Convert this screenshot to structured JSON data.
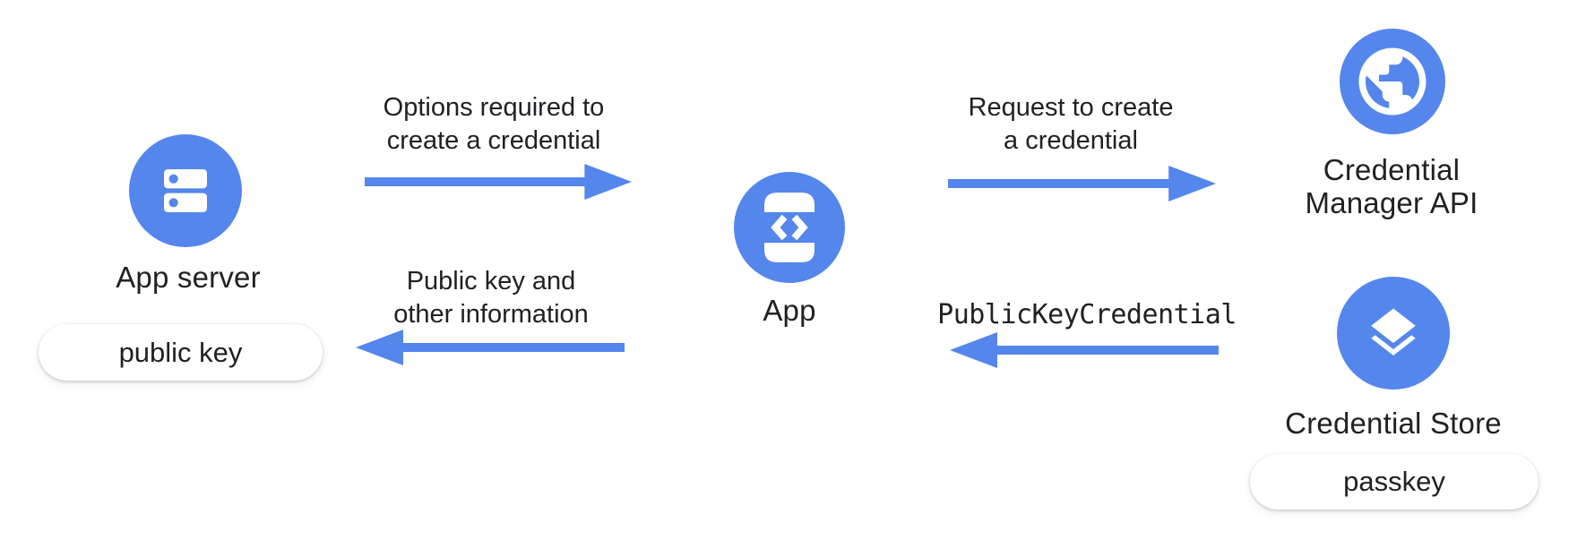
{
  "diagram": {
    "colors": {
      "accent": "#5586EC",
      "text": "#202124",
      "pill_bg": "#ffffff"
    },
    "nodes": {
      "app_server": {
        "label": "App server",
        "badge": "public key",
        "icon": "server-icon"
      },
      "app": {
        "label": "App",
        "icon": "phone-code-icon"
      },
      "credential_manager": {
        "label_line1": "Credential",
        "label_line2": "Manager API",
        "icon": "globe-icon"
      },
      "credential_store": {
        "label": "Credential Store",
        "badge": "passkey",
        "icon": "layers-icon"
      }
    },
    "flows": {
      "options": {
        "line1": "Options required to",
        "line2": "create a credential",
        "direction": "right"
      },
      "public_key_info": {
        "line1": "Public key and",
        "line2": "other information",
        "direction": "left"
      },
      "request_create": {
        "line1": "Request to create",
        "line2": "a credential",
        "direction": "right"
      },
      "public_key_credential": {
        "label": "PublicKeyCredential",
        "direction": "left"
      }
    }
  }
}
